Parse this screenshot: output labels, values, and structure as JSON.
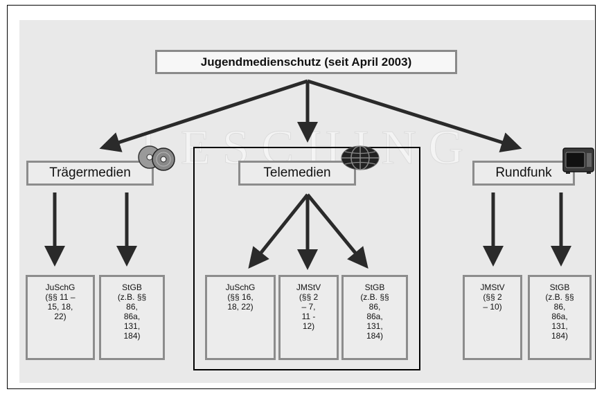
{
  "title": "Jugendmedienschutz (seit April 2003)",
  "categories": {
    "traeger": "Trägermedien",
    "tele": "Telemedien",
    "rundfunk": "Rundfunk"
  },
  "leaves": {
    "traeger_juschg": "JuSchG\n(§§ 11 –\n15, 18,\n22)",
    "traeger_stgb": "StGB\n(z.B. §§\n86,\n86a,\n131,\n184)",
    "tele_juschg": "JuSchG\n(§§ 16,\n18, 22)",
    "tele_jmstv": "JMStV\n(§§ 2\n– 7,\n11 -\n12)",
    "tele_stgb": "StGB\n(z.B. §§\n86,\n86a,\n131,\n184)",
    "rundfunk_jmstv": "JMStV\n(§§ 2\n– 10)",
    "rundfunk_stgb": "StGB\n(z.B. §§\n86,\n86a,\n131,\n184)"
  },
  "watermark_text": "L E S C H I N G",
  "icons": {
    "traeger": "cd-discs-icon",
    "tele": "globe-icon",
    "rundfunk": "tv-icon"
  },
  "colors": {
    "box_border": "#8c8c8c",
    "box_fill": "#ececec",
    "arrow": "#2a2a2a",
    "background": "#e9e9e9"
  }
}
